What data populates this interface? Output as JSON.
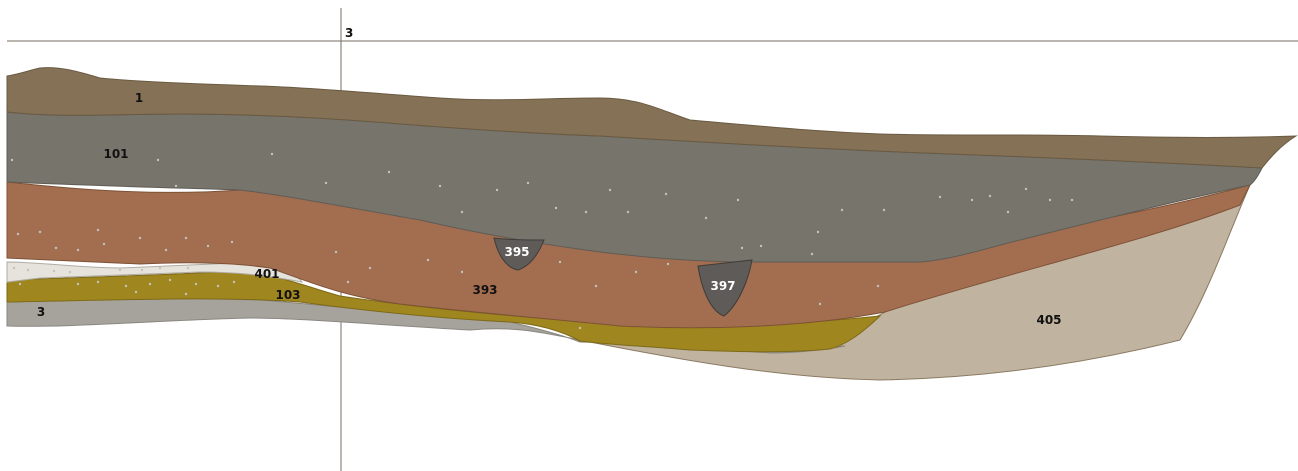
{
  "section_drawing": {
    "reference_line_label": "3",
    "colors": {
      "topsoil": "#857256",
      "grey_fill": "#77746c",
      "red_layer": "#a36e50",
      "bedrock": "#c0b3a0",
      "olive_layer": "#a0861e",
      "pale_layer": "#e6e3dc",
      "base_grey": "#a6a39d",
      "pit_fill": "#5e5b58",
      "grid_line": "#7a6e60"
    },
    "layers": [
      {
        "id": "layer-1",
        "label": "1"
      },
      {
        "id": "layer-101",
        "label": "101"
      },
      {
        "id": "layer-393",
        "label": "393"
      },
      {
        "id": "layer-395",
        "label": "395"
      },
      {
        "id": "layer-397",
        "label": "397"
      },
      {
        "id": "layer-401",
        "label": "401"
      },
      {
        "id": "layer-103",
        "label": "103"
      },
      {
        "id": "layer-3",
        "label": "3"
      },
      {
        "id": "layer-405",
        "label": "405"
      }
    ]
  }
}
